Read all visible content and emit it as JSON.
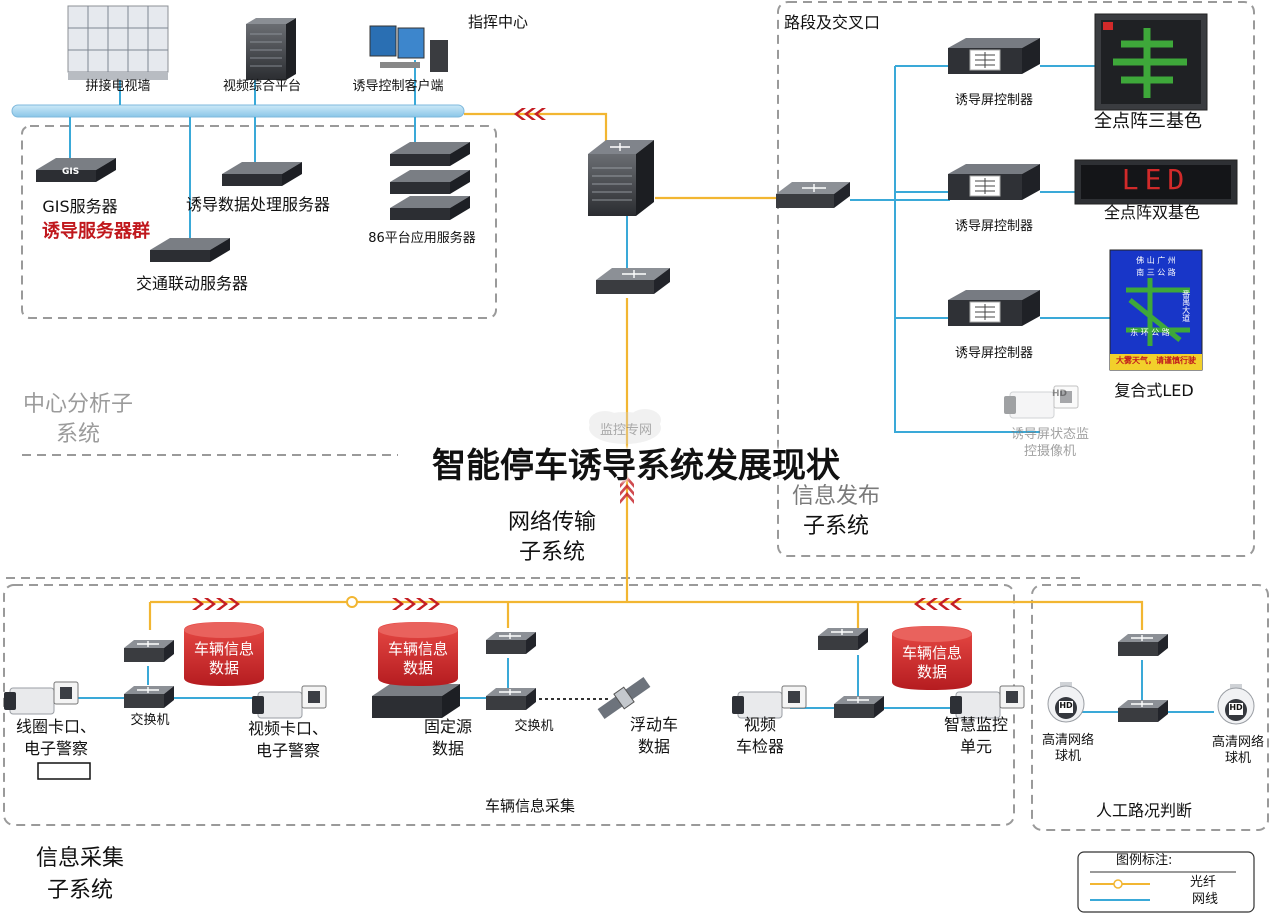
{
  "overlay_title": "智能停车诱导系统发展现状",
  "command_center": {
    "title": "指挥中心",
    "video_wall": "拼接电视墙",
    "video_platform": "视频综合平台",
    "guidance_client": "诱导控制客户端"
  },
  "server_group": {
    "name": "诱导服务器群",
    "gis_server": "GIS服务器",
    "gis_chip": "GIS",
    "data_server": "诱导数据处理服务器",
    "platform_server": "86平台应用服务器",
    "traffic_server": "交通联动服务器"
  },
  "center_subsystem": [
    "中心分析子",
    "系统"
  ],
  "monitor_net": "监控专网",
  "network_subsystem": [
    "网络传输",
    "子系统"
  ],
  "road_section": {
    "title": "路段及交叉口",
    "controller_label": "诱导屏控制器",
    "screen_full_tricolor": "全点阵三基色",
    "screen_full_bicolor": "全点阵双基色",
    "led_text": "LED",
    "screen_composite": "复合式LED",
    "camera": [
      "诱导屏状态监",
      "控摄像机"
    ],
    "camera_chip": "HD",
    "map_screen": {
      "top": "佛 山  广 州",
      "road1": "南 三 公 路",
      "road2": "东 环 公 路",
      "side": "番禺大道",
      "footer": "大雾天气，请谨慎行驶"
    }
  },
  "info_publish_subsystem": [
    "信息发布",
    "子系统"
  ],
  "collection": {
    "title": "车辆信息采集",
    "vehicle_info": [
      "车辆信息",
      "数据"
    ],
    "switch_label": "交换机",
    "loop_gate": [
      "线圈卡口、",
      "电子警察"
    ],
    "video_gate": [
      "视频卡口、",
      "电子警察"
    ],
    "fixed_source": [
      "固定源",
      "数据"
    ],
    "floating_car": [
      "浮动车",
      "数据"
    ],
    "video_detector": [
      "视频",
      "车检器"
    ],
    "smart_monitor": [
      "智慧监控",
      "单元"
    ]
  },
  "manual": {
    "title": "人工路况判断",
    "dome_camera": [
      "高清网络",
      "球机"
    ]
  },
  "collection_subsystem": [
    "信息采集",
    "子系统"
  ],
  "legend": {
    "title": "图例标注:",
    "fiber": "光纤",
    "cable": "网线"
  },
  "colors": {
    "fiber": "#f2b632",
    "cable": "#3aa9d8",
    "chevron": "#c41e24",
    "badge": "#d2262b",
    "screen_green": "#3ea83a",
    "led_red": "#d12a2a",
    "map_blue": "#1836c8"
  }
}
